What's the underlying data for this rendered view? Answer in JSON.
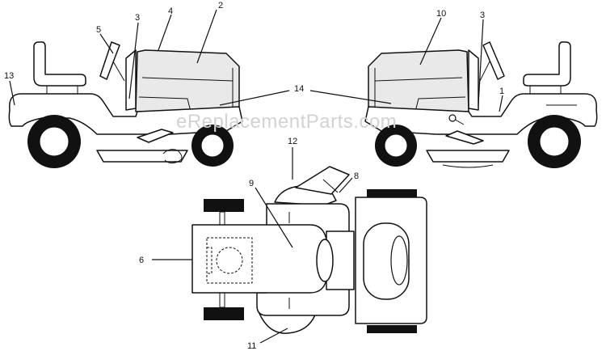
{
  "watermark": "eReplacementParts.com",
  "callouts": {
    "c1": "1",
    "c2": "2",
    "c3a": "3",
    "c3b": "3",
    "c4": "4",
    "c5": "5",
    "c6": "6",
    "c8": "8",
    "c9": "9",
    "c10": "10",
    "c11": "11",
    "c12": "12",
    "c13": "13",
    "c14": "14"
  }
}
